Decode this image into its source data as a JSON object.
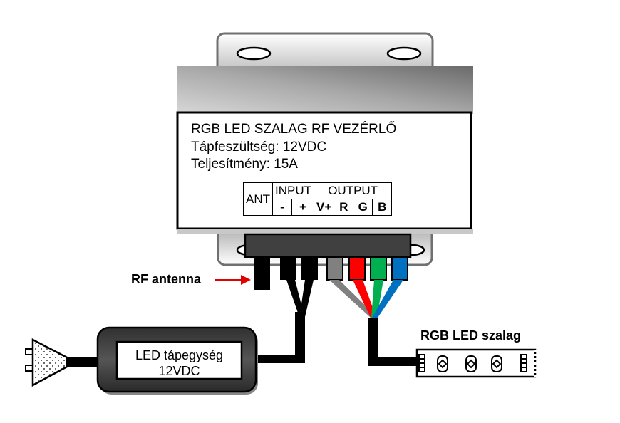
{
  "controller": {
    "title": "RGB LED SZALAG RF VEZÉRLŐ",
    "supply_voltage": "Tápfeszültség: 12VDC",
    "power_rating": "Teljesítmény: 15A",
    "terminals": {
      "ant": "ANT",
      "input_header": "INPUT",
      "output_header": "OUTPUT",
      "input_minus": "-",
      "input_plus": "+",
      "out_vplus": "V+",
      "out_r": "R",
      "out_g": "G",
      "out_b": "B"
    }
  },
  "labels": {
    "rf_antenna": "RF antenna",
    "led_strip": "RGB LED szalag",
    "psu_line1": "LED tápegység",
    "psu_line2": "12VDC"
  },
  "colors": {
    "wire_black": "#000000",
    "wire_gray": "#808080",
    "wire_red": "#ff0000",
    "wire_green": "#00b050",
    "wire_blue": "#0070c0",
    "arrow_red": "#e00000",
    "connector_body": "#404040"
  }
}
